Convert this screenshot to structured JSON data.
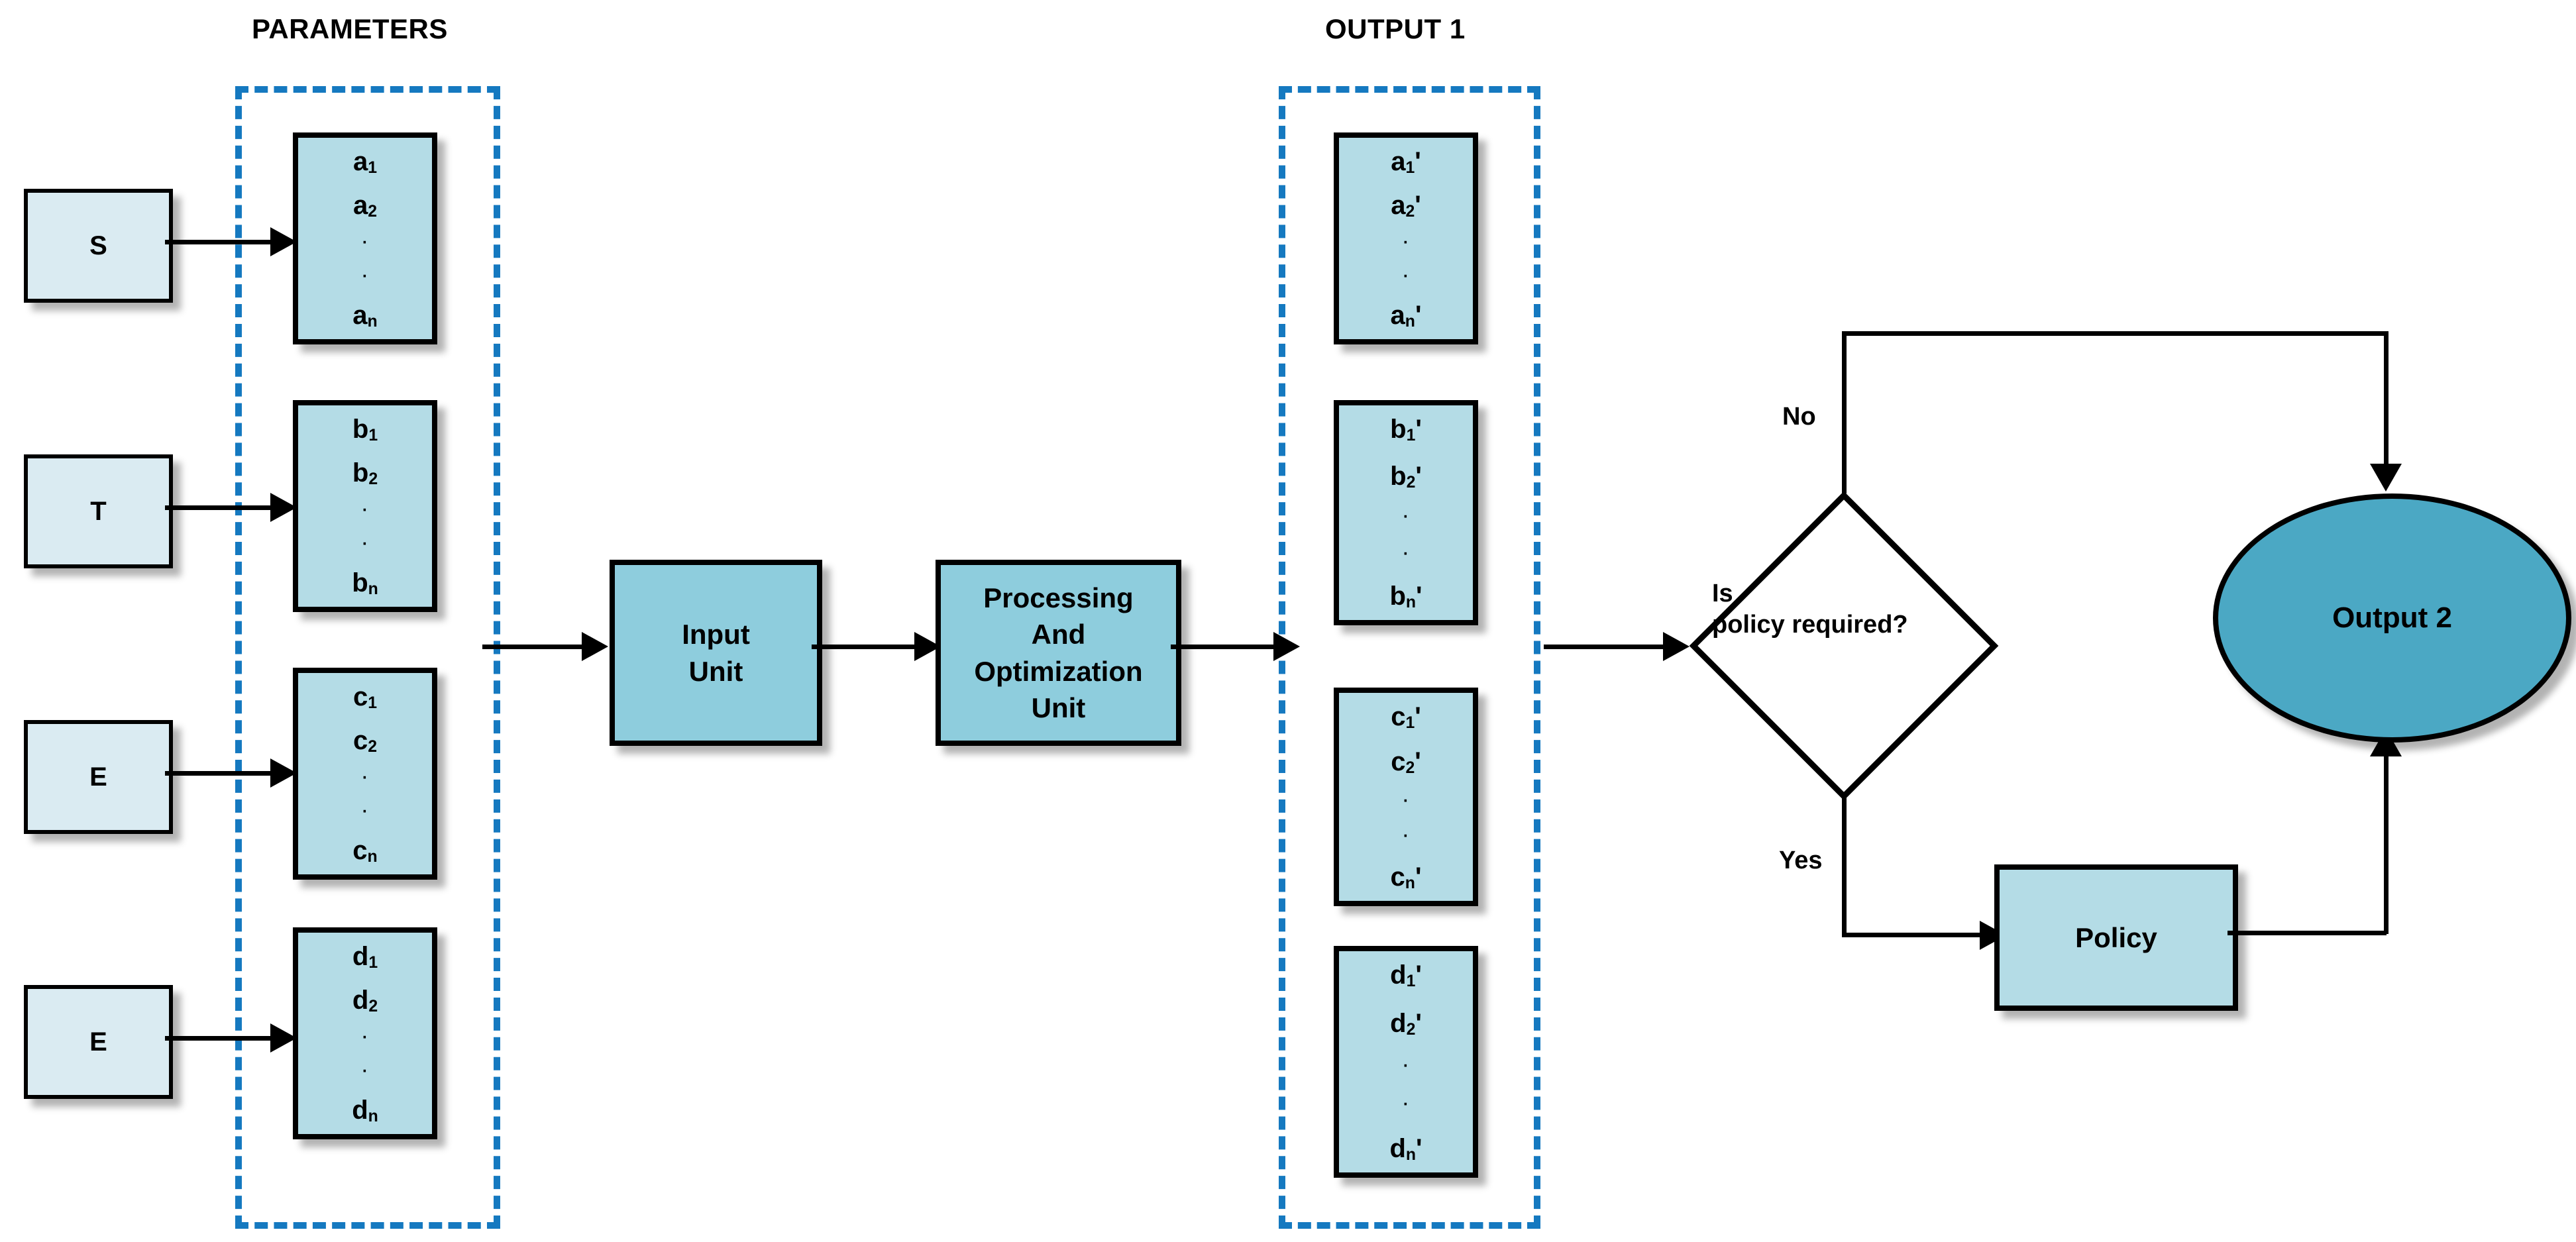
{
  "groups": {
    "parameters_label": "PARAMETERS",
    "output1_label": "OUTPUT 1"
  },
  "sources": [
    {
      "label": "S"
    },
    {
      "label": "T"
    },
    {
      "label": "E"
    },
    {
      "label": "E"
    }
  ],
  "parameter_columns": [
    {
      "name": "a-column",
      "first": "a",
      "first_sub": "1",
      "second": "a",
      "second_sub": "2",
      "dot1": "·",
      "dot2": "·",
      "last": "a",
      "last_sub": "n",
      "prime": ""
    },
    {
      "name": "b-column",
      "first": "b",
      "first_sub": "1",
      "second": "b",
      "second_sub": "2",
      "dot1": "·",
      "dot2": "·",
      "last": "b",
      "last_sub": "n",
      "prime": ""
    },
    {
      "name": "c-column",
      "first": "c",
      "first_sub": "1",
      "second": "c",
      "second_sub": "2",
      "dot1": "·",
      "dot2": "·",
      "last": "c",
      "last_sub": "n",
      "prime": ""
    },
    {
      "name": "d-column",
      "first": "d",
      "first_sub": "1",
      "second": "d",
      "second_sub": "2",
      "dot1": "·",
      "dot2": "·",
      "last": "d",
      "last_sub": "n",
      "prime": ""
    }
  ],
  "output_columns": [
    {
      "name": "a-prime-column",
      "first": "a",
      "first_sub": "1",
      "second": "a",
      "second_sub": "2",
      "dot1": "·",
      "dot2": "·",
      "last": "a",
      "last_sub": "n",
      "prime": "'"
    },
    {
      "name": "b-prime-column",
      "first": "b",
      "first_sub": "1",
      "second": "b",
      "second_sub": "2",
      "dot1": "·",
      "dot2": "·",
      "last": "b",
      "last_sub": "n",
      "prime": "'"
    },
    {
      "name": "c-prime-column",
      "first": "c",
      "first_sub": "1",
      "second": "c",
      "second_sub": "2",
      "dot1": "·",
      "dot2": "·",
      "last": "c",
      "last_sub": "n",
      "prime": "'"
    },
    {
      "name": "d-prime-column",
      "first": "d",
      "first_sub": "1",
      "second": "d",
      "second_sub": "2",
      "dot1": "·",
      "dot2": "·",
      "last": "d",
      "last_sub": "n",
      "prime": "'"
    }
  ],
  "units": {
    "input_unit_line1": "Input",
    "input_unit_line2": "Unit",
    "processing_line1": "Processing",
    "processing_line2": "And",
    "processing_line3": "Optimization",
    "processing_line4": "Unit"
  },
  "decision": {
    "line1": "Is",
    "line2": "policy required?",
    "yes_label": "Yes",
    "no_label": "No"
  },
  "policy": {
    "label": "Policy"
  },
  "output2": {
    "label": "Output 2"
  },
  "colors": {
    "source_fill": "#DAEBF2",
    "param_fill": "#B4DCE6",
    "unit_fill": "#8ECDDD",
    "ellipse_fill": "#4BA8C4",
    "dashed_frame": "#1579C0",
    "stroke": "#000000"
  }
}
